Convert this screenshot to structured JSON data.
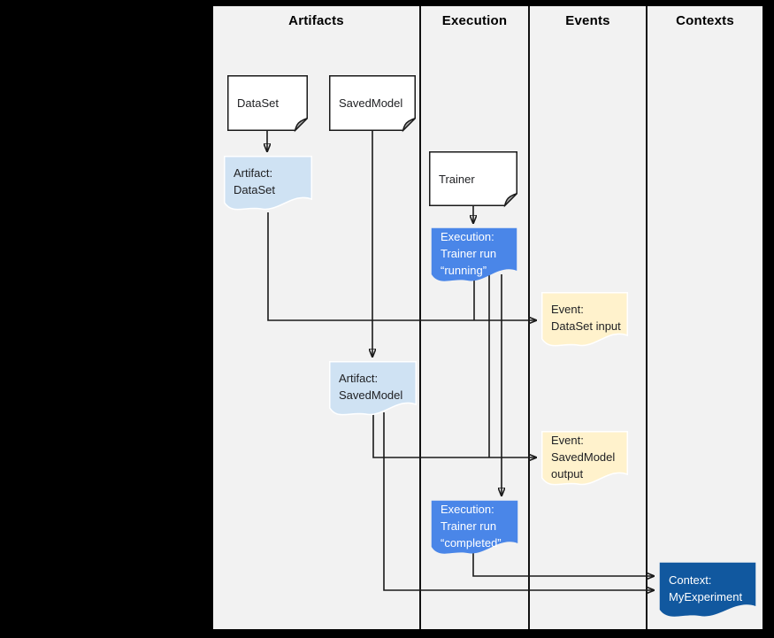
{
  "diagram": {
    "columns": [
      "Artifacts",
      "Execution",
      "Events",
      "Contexts"
    ],
    "colors": {
      "surround": "#000000",
      "canvas": "#f2f2f2",
      "line": "#1a1a1a",
      "white_node": "#ffffff",
      "document_fold": "#b3b3b3",
      "artifact": "#cfe2f3",
      "execution": "#4a86e8",
      "event": "#fff2cc",
      "context": "#11589f"
    },
    "nodes": [
      {
        "id": "dataset",
        "type": "document",
        "label": "DataSet"
      },
      {
        "id": "savedmodel",
        "type": "document",
        "label": "SavedModel"
      },
      {
        "id": "trainer",
        "type": "document",
        "label": "Trainer"
      },
      {
        "id": "artifact-dataset",
        "type": "artifact",
        "label": "Artifact:\nDataSet"
      },
      {
        "id": "execution-running",
        "type": "execution",
        "label": "Execution:\nTrainer run\n“running”"
      },
      {
        "id": "event-dataset-input",
        "type": "event",
        "label": "Event:\nDataSet input"
      },
      {
        "id": "artifact-savedmodel",
        "type": "artifact",
        "label": "Artifact:\nSavedModel"
      },
      {
        "id": "event-savedmodel-output",
        "type": "event",
        "label": "Event:\nSavedModel\noutput"
      },
      {
        "id": "execution-completed",
        "type": "execution",
        "label": "Execution:\nTrainer run\n“completed”"
      },
      {
        "id": "context-myexperiment",
        "type": "context",
        "label": "Context:\nMyExperiment"
      }
    ],
    "edges": [
      {
        "from": "DataSet",
        "to": "Artifact: DataSet"
      },
      {
        "from": "SavedModel",
        "to": "Artifact: SavedModel"
      },
      {
        "from": "Trainer",
        "to": "Execution: Trainer run “running”"
      },
      {
        "from": "Artifact: DataSet",
        "to": "Event: DataSet input"
      },
      {
        "from": "Execution: Trainer run “running”",
        "to": "Event: DataSet input"
      },
      {
        "from": "Execution: Trainer run “running”",
        "to": "Event: SavedModel output"
      },
      {
        "from": "Execution: Trainer run “running”",
        "to": "Execution: Trainer run “completed”"
      },
      {
        "from": "Artifact: SavedModel",
        "to": "Event: SavedModel output"
      },
      {
        "from": "Artifact: SavedModel",
        "to": "Context: MyExperiment"
      },
      {
        "from": "Execution: Trainer run “completed”",
        "to": "Context: MyExperiment"
      }
    ]
  }
}
